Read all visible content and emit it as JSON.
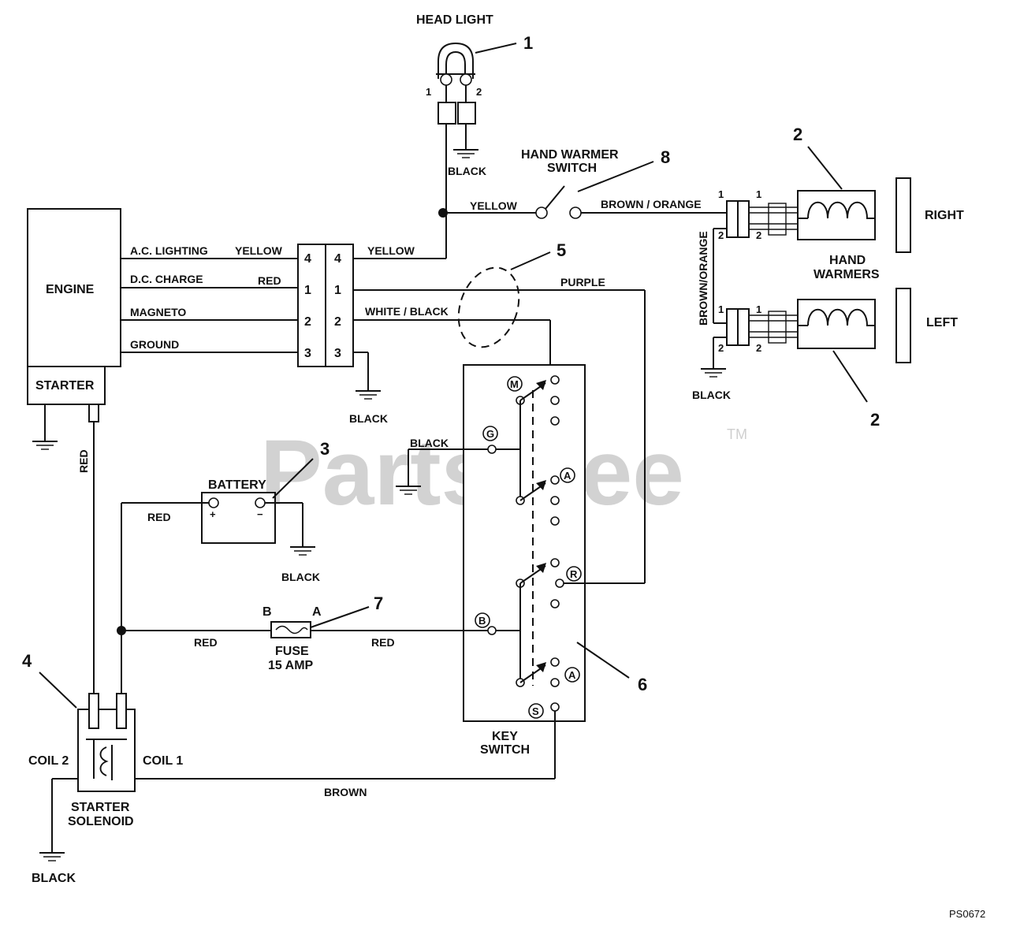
{
  "watermark": {
    "text": "PartsTree",
    "trademark": "TM"
  },
  "drawing_code": "PS0672",
  "callouts": [
    "1",
    "2",
    "2",
    "3",
    "4",
    "5",
    "6",
    "7",
    "8"
  ],
  "components": {
    "head_light": "HEAD LIGHT",
    "head_light_pins": [
      "1",
      "2"
    ],
    "hand_warmer_switch": [
      "HAND WARMER",
      "SWITCH"
    ],
    "hand_warmers": [
      "HAND",
      "WARMERS"
    ],
    "right": "RIGHT",
    "left": "LEFT",
    "engine": "ENGINE",
    "starter": "STARTER",
    "battery": "BATTERY",
    "battery_terms": [
      "+",
      "−"
    ],
    "fuse": [
      "FUSE",
      "15 AMP"
    ],
    "fuse_terms": [
      "B",
      "A"
    ],
    "key_switch": [
      "KEY",
      "SWITCH"
    ],
    "starter_solenoid": [
      "STARTER",
      "SOLENOID"
    ],
    "coil_1": "COIL 1",
    "coil_2": "COIL 2"
  },
  "engine_leads": [
    "A.C. LIGHTING",
    "D.C. CHARGE",
    "MAGNETO",
    "GROUND"
  ],
  "connector_pins": [
    "4",
    "1",
    "2",
    "3"
  ],
  "warmer_pins": [
    "1",
    "2"
  ],
  "key_terminals": [
    "M",
    "G",
    "A",
    "R",
    "B",
    "A",
    "S"
  ],
  "wire_colors": {
    "yellow": "YELLOW",
    "red": "RED",
    "black": "BLACK",
    "white_black": "WHITE / BLACK",
    "purple": "PURPLE",
    "brown": "BROWN",
    "brown_orange": "BROWN / ORANGE",
    "brown_orange_vertical": "BROWN/ORANGE"
  },
  "colors": {
    "line": "#111111",
    "watermark": "#d2d2d2",
    "background": "#ffffff"
  }
}
